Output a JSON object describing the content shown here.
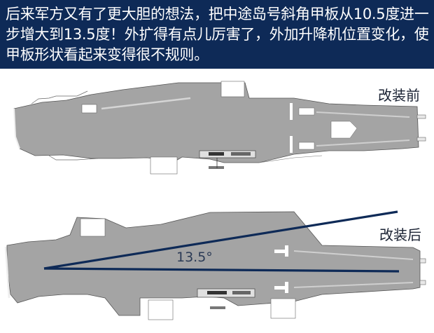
{
  "banner": {
    "text": "后来军方又有了更大胆的想法，把中途岛号斜角甲板从10.5度进一步增大到13.5度！外扩得有点儿厉害了，外加升降机位置变化，使甲板形状看起来变得很不规则。",
    "background": "#0e2a57",
    "text_color": "#ffffff"
  },
  "diagram": {
    "top": {
      "label": "改装前",
      "deck_color": "#a4a4a4"
    },
    "bottom": {
      "label": "改装后",
      "deck_color": "#a4a4a4",
      "angle_label": "13.5°",
      "line_color": "#0e2a57"
    }
  }
}
